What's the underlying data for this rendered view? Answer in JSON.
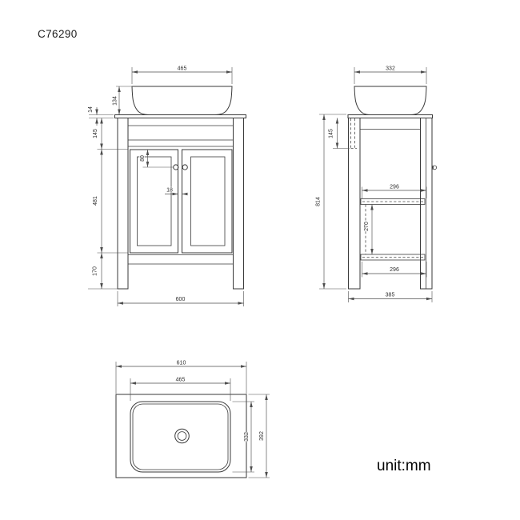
{
  "product_code": "C76290",
  "unit_label": "unit:mm",
  "colors": {
    "line": "#3a3a3a",
    "background": "#ffffff"
  },
  "front_view": {
    "basin_width": "465",
    "basin_height": "134",
    "counter_thickness": "14",
    "apron_height": "145",
    "door_height": "481",
    "leg_height": "170",
    "overall_width": "600",
    "handle_offset": "80",
    "door_gap": "18"
  },
  "side_view": {
    "basin_depth": "332",
    "rail_height": "145",
    "overall_height": "814",
    "upper_shelf_depth": "296",
    "shelf_spacing": "270",
    "lower_shelf_depth": "296",
    "overall_depth": "385"
  },
  "top_view": {
    "counter_width": "610",
    "basin_width": "465",
    "basin_depth": "332",
    "counter_depth": "392"
  }
}
